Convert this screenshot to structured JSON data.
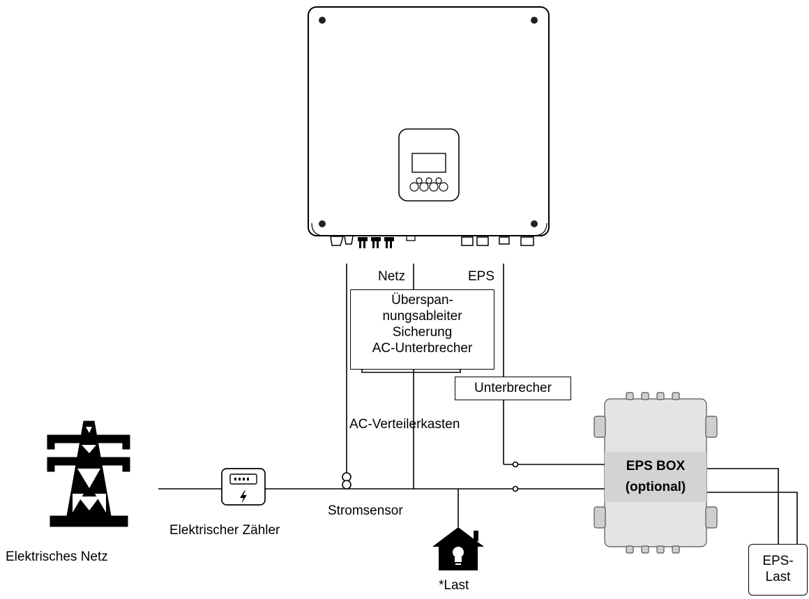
{
  "labels": {
    "netz": "Netz",
    "eps": "EPS",
    "protection": "Überspan-\nnungsableiter\nSicherung\nAC-Unterbrecher",
    "breaker": "Unterbrecher",
    "distribution_box": "AC-Verteilerkasten",
    "current_sensor": "Stromsensor",
    "meter": "Elektrischer Zähler",
    "grid": "Elektrisches Netz",
    "load": "*Last",
    "eps_box": "EPS BOX\n(optional)",
    "eps_load": "EPS-\nLast"
  },
  "icons": {
    "inverter": "inverter-icon",
    "pylon": "power-pylon-icon",
    "meter": "electric-meter-icon",
    "sensor": "current-sensor-icon",
    "house": "house-bulb-icon",
    "eps_box": "eps-box-enclosure-icon"
  }
}
